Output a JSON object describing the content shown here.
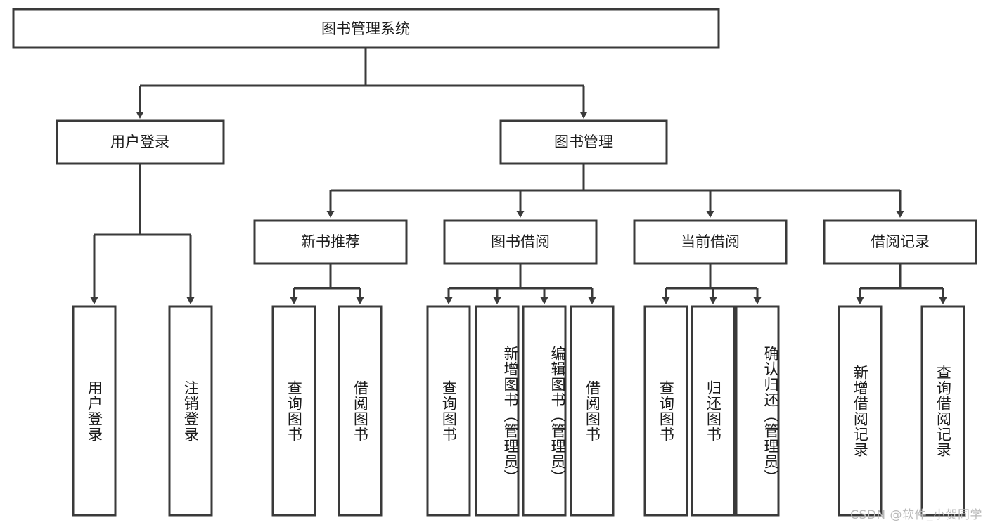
{
  "diagram": {
    "type": "tree-hierarchy",
    "title": "图书管理系统",
    "root": {
      "label": "图书管理系统"
    },
    "level2": [
      {
        "id": "user-login",
        "label": "用户登录"
      },
      {
        "id": "book-management",
        "label": "图书管理"
      }
    ],
    "level3": [
      {
        "id": "new-book-recommend",
        "label": "新书推荐",
        "parent": "book-management"
      },
      {
        "id": "book-borrow",
        "label": "图书借阅",
        "parent": "book-management"
      },
      {
        "id": "current-borrow",
        "label": "当前借阅",
        "parent": "book-management"
      },
      {
        "id": "borrow-record",
        "label": "借阅记录",
        "parent": "book-management"
      }
    ],
    "leaves": {
      "user_login": [
        {
          "id": "leaf-user-login",
          "label": "用户登录"
        },
        {
          "id": "leaf-logout-login",
          "label": "注销登录"
        }
      ],
      "new_book_recommend": [
        {
          "id": "leaf-query-book-1",
          "label": "查询图书"
        },
        {
          "id": "leaf-borrow-book-1",
          "label": "借阅图书"
        }
      ],
      "book_borrow": [
        {
          "id": "leaf-query-book-2",
          "label": "查询图书"
        },
        {
          "id": "leaf-add-book-admin",
          "label": "新增图书（管理员）"
        },
        {
          "id": "leaf-edit-book-admin",
          "label": "编辑图书（管理员）"
        },
        {
          "id": "leaf-borrow-book-2",
          "label": "借阅图书"
        }
      ],
      "current_borrow": [
        {
          "id": "leaf-query-book-3",
          "label": "查询图书"
        },
        {
          "id": "leaf-return-book",
          "label": "归还图书"
        },
        {
          "id": "leaf-confirm-return-admin",
          "label": "确认归还（管理员）"
        }
      ],
      "borrow_record": [
        {
          "id": "leaf-add-borrow-record",
          "label": "新增借阅记录"
        },
        {
          "id": "leaf-query-borrow-record",
          "label": "查询借阅记录"
        }
      ]
    }
  },
  "watermark": {
    "text": "CSDN @软件_小贺同学"
  },
  "colors": {
    "stroke": "#3a3a3a",
    "box_fill": "#ffffff",
    "text": "#1b1b1b",
    "background": "#ffffff",
    "watermark": "#b9b9b9"
  }
}
